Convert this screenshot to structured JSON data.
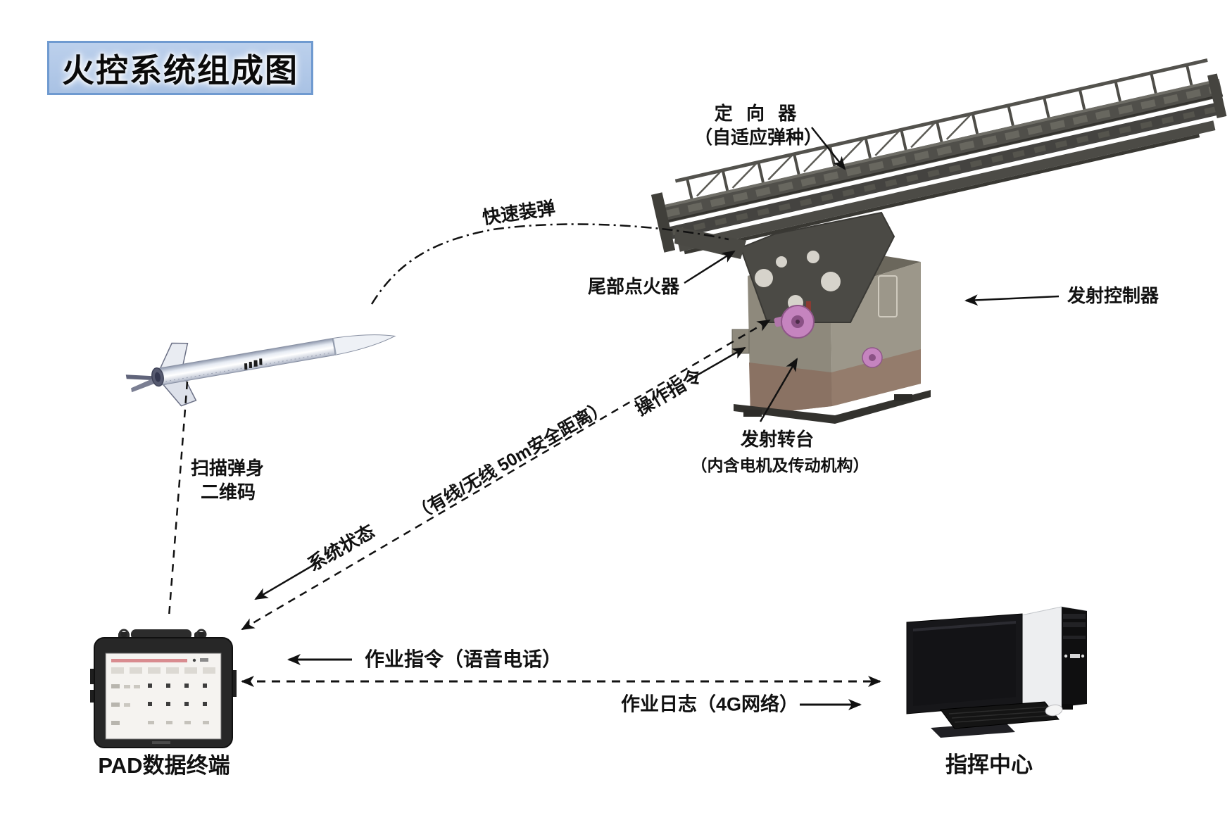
{
  "title": "火控系统组成图",
  "labels": {
    "director1": "定 向 器",
    "director2": "（自适应弹种）",
    "quick_load": "快速装弹",
    "tail_igniter": "尾部点火器",
    "launch_controller": "发射控制器",
    "turntable1": "发射转台",
    "turntable2": "（内含电机及传动机构）",
    "scan1": "扫描弹身",
    "scan2": "二维码",
    "system_status": "系统状态",
    "op_command": "操作指令",
    "link_note": "（有线/无线 50m安全距离）",
    "work_command": "作业指令（语音电话）",
    "work_log": "作业日志（4G网络）",
    "pad_terminal": "PAD数据终端",
    "command_center": "指挥中心"
  },
  "colors": {
    "ink": "#111111",
    "title_bg": "#aec6e6",
    "title_border": "#6f9ad0",
    "machine_gray": "#4f4e49",
    "pedestal_tan": "#8e897c",
    "pedestal_rust": "#8a7263",
    "knob_pink": "#c584bf",
    "rocket_light": "#eef1f6"
  }
}
